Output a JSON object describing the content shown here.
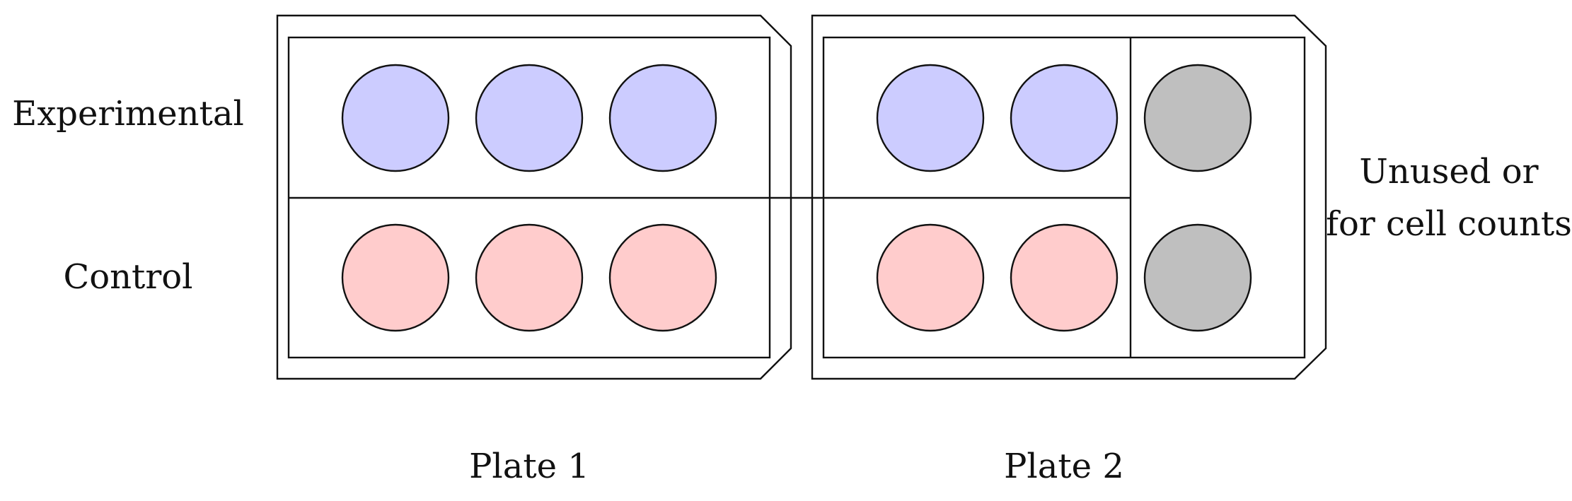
{
  "row_labels": {
    "experimental": "Experimental",
    "control": "Control"
  },
  "side_note": {
    "line1": "Unused or",
    "line2": "for cell counts"
  },
  "plates": [
    {
      "label": "Plate 1",
      "wells": {
        "experimental": [
          "experimental",
          "experimental",
          "experimental"
        ],
        "control": [
          "control",
          "control",
          "control"
        ]
      }
    },
    {
      "label": "Plate 2",
      "wells": {
        "experimental": [
          "experimental",
          "experimental",
          "unused"
        ],
        "control": [
          "control",
          "control",
          "unused"
        ]
      }
    }
  ],
  "colors": {
    "experimental": "#ccccff",
    "control": "#ffcccc",
    "unused": "#bfbfbf",
    "stroke": "#111111",
    "background": "#ffffff"
  }
}
